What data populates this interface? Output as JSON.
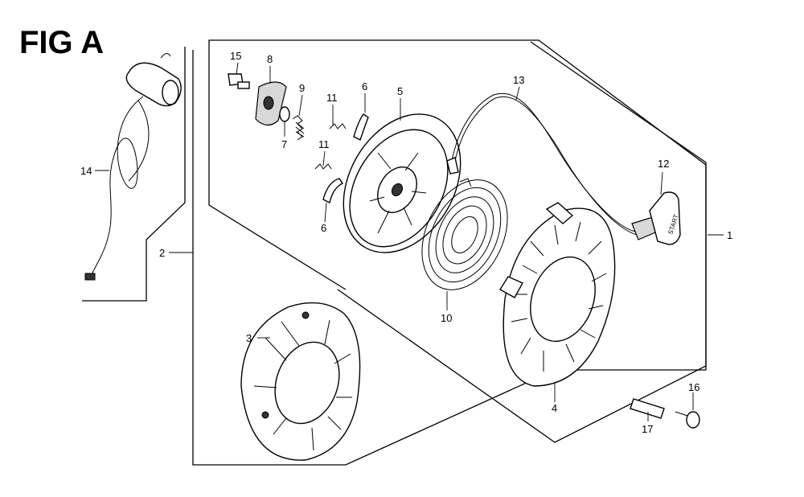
{
  "figure": {
    "title": "FIG A",
    "callouts": {
      "c1": "1",
      "c2": "2",
      "c3": "3",
      "c4": "4",
      "c5": "5",
      "c6a": "6",
      "c6b": "6",
      "c7": "7",
      "c8": "8",
      "c9": "9",
      "c10": "10",
      "c11a": "11",
      "c11b": "11",
      "c12": "12",
      "c13": "13",
      "c14": "14",
      "c15": "15",
      "c16": "16",
      "c17": "17"
    },
    "handle_text": "START"
  }
}
